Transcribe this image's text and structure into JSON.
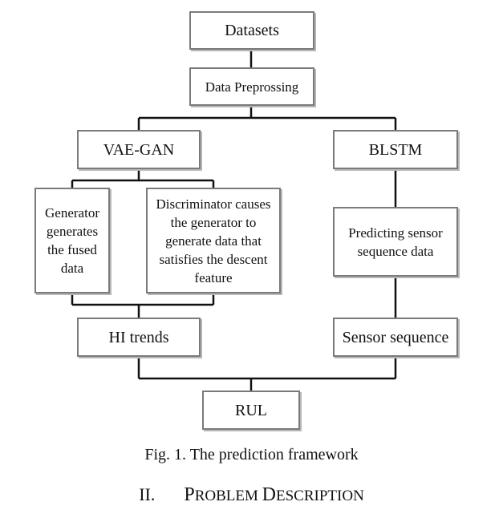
{
  "diagram": {
    "nodes": {
      "datasets": "Datasets",
      "preprocessing": "Data Preprossing",
      "vaegan": "VAE-GAN",
      "blstm": "BLSTM",
      "generator": "Generator generates the fused data",
      "discriminator": "Discriminator causes the generator to generate data that satisfies the descent feature",
      "predicting": "Predicting sensor sequence data",
      "hi_trends": "HI trends",
      "sensor_sequence": "Sensor sequence",
      "rul": "RUL"
    },
    "edges": [
      [
        "datasets",
        "preprocessing"
      ],
      [
        "preprocessing",
        "vaegan"
      ],
      [
        "preprocessing",
        "blstm"
      ],
      [
        "vaegan",
        "generator"
      ],
      [
        "vaegan",
        "discriminator"
      ],
      [
        "generator",
        "hi_trends"
      ],
      [
        "discriminator",
        "hi_trends"
      ],
      [
        "blstm",
        "predicting"
      ],
      [
        "predicting",
        "sensor_sequence"
      ],
      [
        "hi_trends",
        "rul"
      ],
      [
        "sensor_sequence",
        "rul"
      ]
    ],
    "line_color": "#111111",
    "box_border_color": "#7a7a7a",
    "box_shadow_color": "#b8b8b8"
  },
  "caption": "Fig. 1. The prediction framework",
  "section": {
    "number": "II.",
    "title_parts": [
      {
        "text": "P",
        "big": true
      },
      {
        "text": "ROBLEM ",
        "big": false
      },
      {
        "text": "D",
        "big": true
      },
      {
        "text": "ESCRIPTION",
        "big": false
      }
    ]
  }
}
